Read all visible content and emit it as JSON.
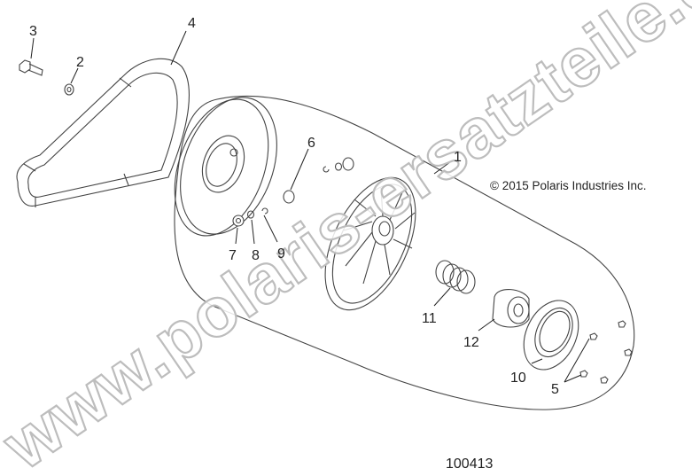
{
  "diagram": {
    "callouts": {
      "c1": "1",
      "c2": "2",
      "c3": "3",
      "c4": "4",
      "c5": "5",
      "c6": "6",
      "c7": "7",
      "c8": "8",
      "c9": "9",
      "c10": "10",
      "c11": "11",
      "c12": "12"
    },
    "copyright": "© 2015 Polaris Industries Inc.",
    "figure_number": "100413",
    "watermark": "www.polaris-ersatzteile.de"
  }
}
